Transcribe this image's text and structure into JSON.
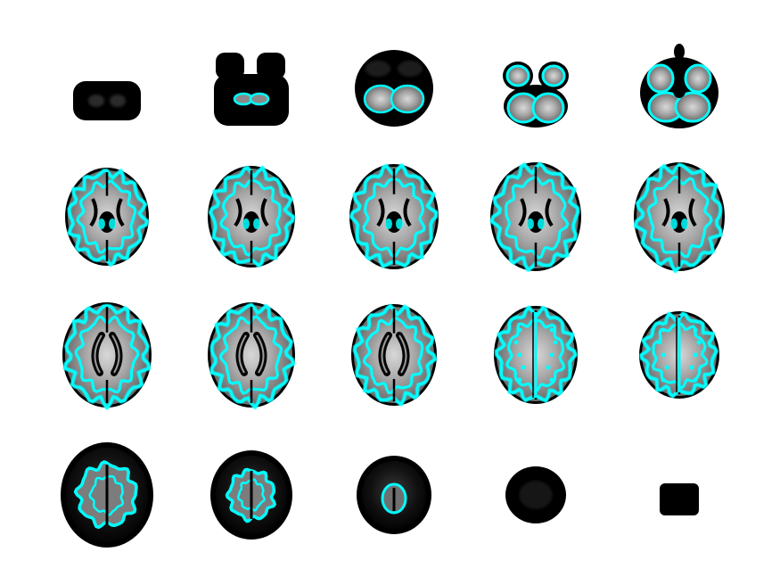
{
  "figure": {
    "layout": {
      "rows": 4,
      "columns": 5
    },
    "background_color": "#ffffff",
    "outline_color": "#00ffff",
    "mask_color": "#000000",
    "slices": [
      {
        "index": 1,
        "row": 1,
        "column": 1,
        "has_outline": false
      },
      {
        "index": 2,
        "row": 1,
        "column": 2,
        "has_outline": true
      },
      {
        "index": 3,
        "row": 1,
        "column": 3,
        "has_outline": true
      },
      {
        "index": 4,
        "row": 1,
        "column": 4,
        "has_outline": true
      },
      {
        "index": 5,
        "row": 1,
        "column": 5,
        "has_outline": true
      },
      {
        "index": 6,
        "row": 2,
        "column": 1,
        "has_outline": true
      },
      {
        "index": 7,
        "row": 2,
        "column": 2,
        "has_outline": true
      },
      {
        "index": 8,
        "row": 2,
        "column": 3,
        "has_outline": true
      },
      {
        "index": 9,
        "row": 2,
        "column": 4,
        "has_outline": true
      },
      {
        "index": 10,
        "row": 2,
        "column": 5,
        "has_outline": true
      },
      {
        "index": 11,
        "row": 3,
        "column": 1,
        "has_outline": true
      },
      {
        "index": 12,
        "row": 3,
        "column": 2,
        "has_outline": true
      },
      {
        "index": 13,
        "row": 3,
        "column": 3,
        "has_outline": true
      },
      {
        "index": 14,
        "row": 3,
        "column": 4,
        "has_outline": true
      },
      {
        "index": 15,
        "row": 3,
        "column": 5,
        "has_outline": true
      },
      {
        "index": 16,
        "row": 4,
        "column": 1,
        "has_outline": true
      },
      {
        "index": 17,
        "row": 4,
        "column": 2,
        "has_outline": true
      },
      {
        "index": 18,
        "row": 4,
        "column": 3,
        "has_outline": true
      },
      {
        "index": 19,
        "row": 4,
        "column": 4,
        "has_outline": false
      },
      {
        "index": 20,
        "row": 4,
        "column": 5,
        "has_outline": false
      }
    ]
  }
}
